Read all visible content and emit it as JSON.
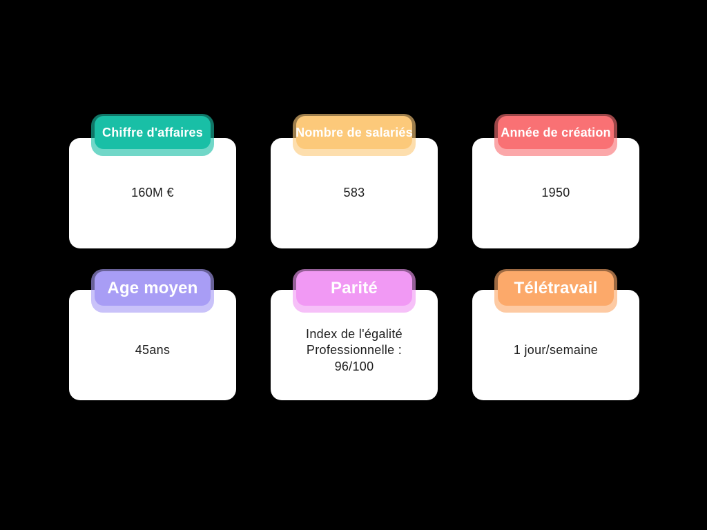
{
  "page": {
    "background_color": "#000000",
    "card_color": "#ffffff",
    "value_text_color": "#1c1c1c",
    "badge_text_color": "#ffffff"
  },
  "cards": [
    {
      "label": "Chiffre d'affaires",
      "value": "160M €",
      "color": "#1abfa7"
    },
    {
      "label": "Nombre de salariés",
      "value": "583",
      "color": "#fcc97a"
    },
    {
      "label": "Année de création",
      "value": "1950",
      "color": "#f97175"
    },
    {
      "label": "Age moyen",
      "value": "45ans",
      "color": "#a89df5"
    },
    {
      "label": "Parité",
      "value": "Index de l'égalité\nProfessionnelle :\n96/100",
      "color": "#f19af3"
    },
    {
      "label": "Télétravail",
      "value": "1 jour/semaine",
      "color": "#fca96a"
    }
  ]
}
